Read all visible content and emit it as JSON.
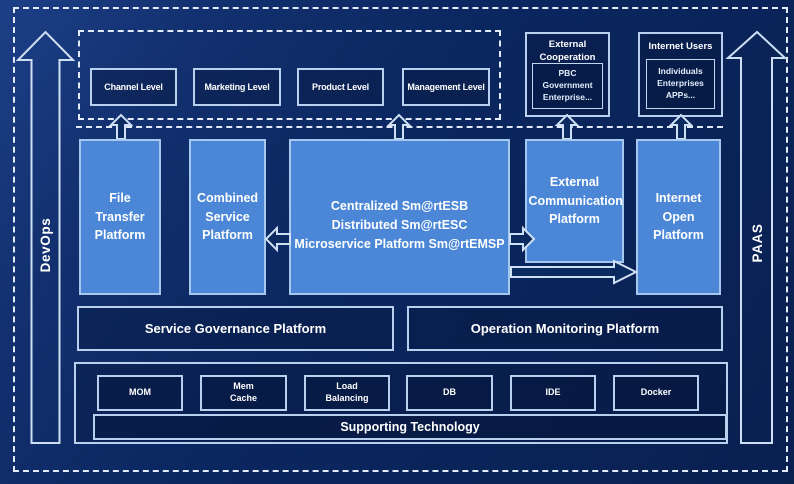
{
  "colors": {
    "background": "#0b2a63",
    "light_box_fill": "#4b87d6",
    "light_box_border": "#a6c8ef",
    "dark_box_border": "#b9d1ee",
    "dashed_line": "#e2ecf9",
    "text": "#ffffff"
  },
  "rails": {
    "left": "DevOps",
    "right": "PAAS"
  },
  "levels": {
    "items": [
      "Channel Level",
      "Marketing Level",
      "Product Level",
      "Management Level"
    ]
  },
  "external_cooperation": {
    "title": "External Cooperation",
    "members": "PBC Government Enterprise..."
  },
  "internet_users": {
    "title": "Internet Users",
    "members": "Individuals Enterprises APPs..."
  },
  "platforms": {
    "file_transfer": "File Transfer Platform",
    "combined": "Combined Service Platform",
    "central_lines": [
      "Centralized Sm@rtESB",
      "Distributed Sm@rtESC",
      "Microservice Platform Sm@rtEMSP"
    ],
    "external_comm": "External Communication Platform",
    "internet_open": "Internet Open Platform"
  },
  "governance": "Service Governance Platform",
  "monitoring": "Operation Monitoring Platform",
  "supporting": {
    "items": [
      "MOM",
      "Mem Cache",
      "Load Balancing",
      "DB",
      "IDE",
      "Docker"
    ],
    "bar": "Supporting Technology"
  }
}
